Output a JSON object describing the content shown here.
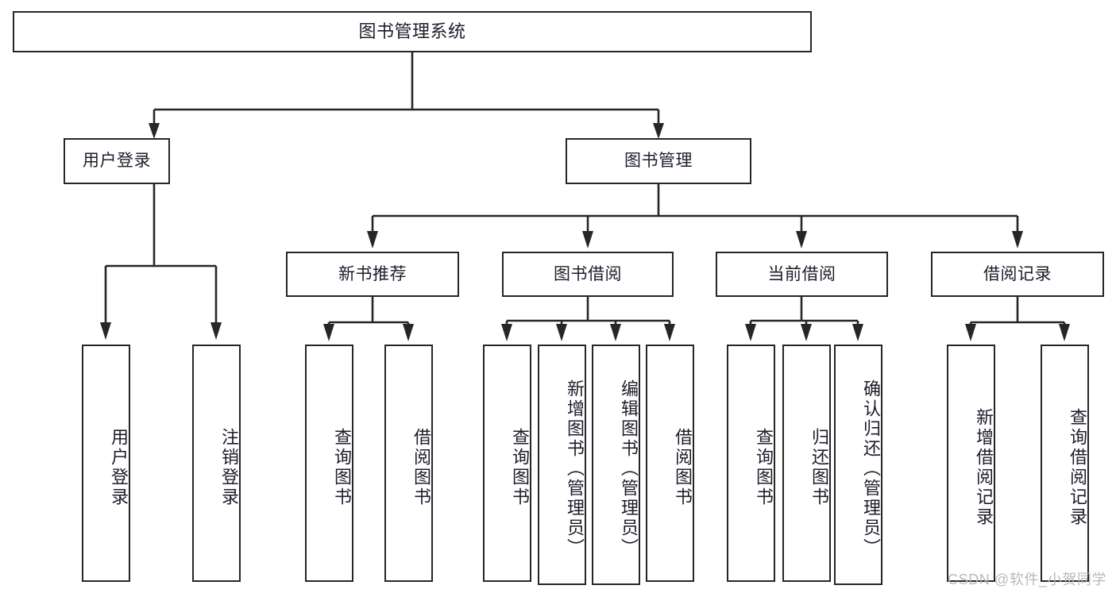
{
  "diagram": {
    "type": "tree-hierarchy-chart",
    "title": "图书管理系统",
    "watermark": "CSDN @软件_小贺同学",
    "colors": {
      "stroke": "#262626",
      "text": "#1d1d2b",
      "background": "#ffffff",
      "watermark": "#b9b9b9"
    },
    "root": {
      "label": "图书管理系统"
    },
    "level2": [
      {
        "id": "user-login",
        "label": "用户登录"
      },
      {
        "id": "book-management",
        "label": "图书管理"
      }
    ],
    "level3": [
      {
        "id": "new-book-recommend",
        "label": "新书推荐",
        "parent": "book-management"
      },
      {
        "id": "book-borrow",
        "label": "图书借阅",
        "parent": "book-management"
      },
      {
        "id": "current-borrow",
        "label": "当前借阅",
        "parent": "book-management"
      },
      {
        "id": "borrow-record",
        "label": "借阅记录",
        "parent": "book-management"
      }
    ],
    "leaves": {
      "user_login": [
        {
          "id": "leaf-user-login",
          "label": "用户登录"
        },
        {
          "id": "leaf-logout",
          "label": "注销登录"
        }
      ],
      "new_book_recommend": [
        {
          "id": "leaf-query-book-1",
          "label": "查询图书"
        },
        {
          "id": "leaf-borrow-book-1",
          "label": "借阅图书"
        }
      ],
      "book_borrow": [
        {
          "id": "leaf-query-book-2",
          "label": "查询图书"
        },
        {
          "id": "leaf-add-book",
          "label": "新增图书（管理员）"
        },
        {
          "id": "leaf-edit-book",
          "label": "编辑图书（管理员）"
        },
        {
          "id": "leaf-borrow-book-2",
          "label": "借阅图书"
        }
      ],
      "current_borrow": [
        {
          "id": "leaf-query-book-3",
          "label": "查询图书"
        },
        {
          "id": "leaf-return-book",
          "label": "归还图书"
        },
        {
          "id": "leaf-confirm-return",
          "label": "确认归还（管理员）"
        }
      ],
      "borrow_record": [
        {
          "id": "leaf-add-record",
          "label": "新增借阅记录"
        },
        {
          "id": "leaf-query-record",
          "label": "查询借阅记录"
        }
      ]
    }
  }
}
